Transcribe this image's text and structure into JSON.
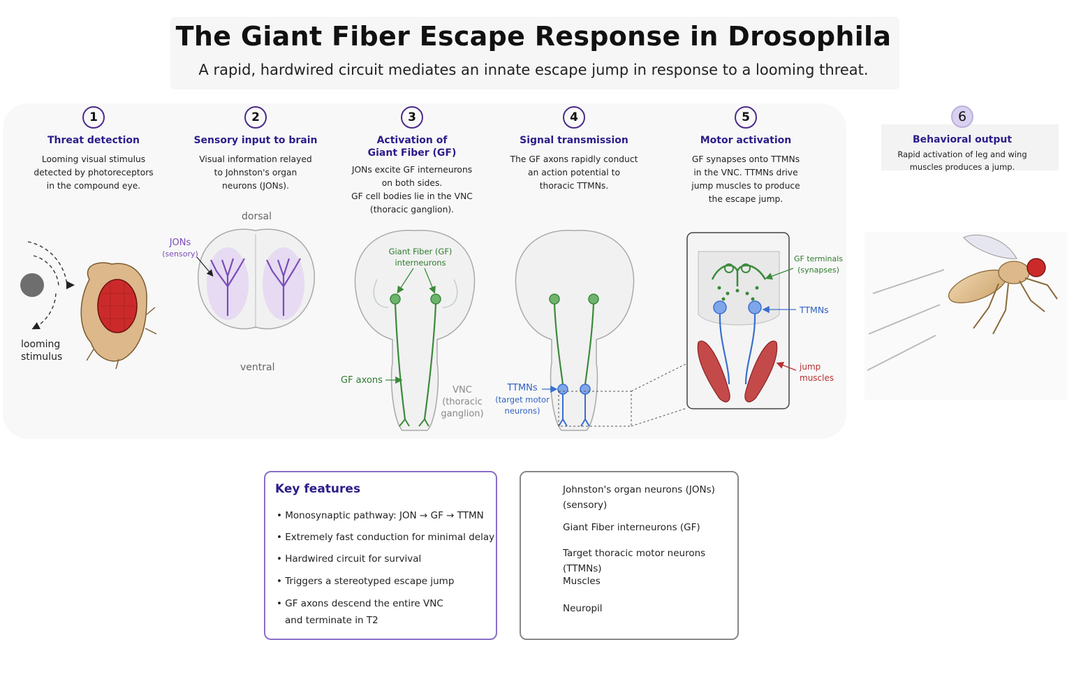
{
  "title": "The Giant Fiber Escape Response in Drosophila",
  "subtitle": "A rapid, hardwired circuit mediates an innate escape jump in response to a looming threat.",
  "steps": [
    {
      "num": "1",
      "title": "Threat detection",
      "desc": [
        "Looming visual stimulus",
        "detected by photoreceptors",
        "in the compound eye."
      ]
    },
    {
      "num": "2",
      "title": "Sensory input to brain",
      "desc": [
        "Visual information relayed",
        "to Johnston's organ",
        "neurons (JONs)."
      ]
    },
    {
      "num": "3",
      "title": [
        "Activation of",
        "Giant Fiber (GF)"
      ],
      "desc": [
        "JONs excite GF interneurons",
        "on both sides.",
        "GF cell bodies lie in the VNC",
        "(thoracic ganglion)."
      ]
    },
    {
      "num": "4",
      "title": "Signal transmission",
      "desc": [
        "The GF axons rapidly conduct",
        "an action potential to",
        "thoracic TTMNs."
      ]
    },
    {
      "num": "5",
      "title": "Motor activation",
      "desc": [
        "GF synapses onto TTMNs",
        "in the VNC. TTMNs drive",
        "jump muscles to produce",
        "the escape jump."
      ]
    },
    {
      "num": "6",
      "title": "Behavioral output",
      "desc": [
        "Rapid activation of leg and wing",
        "muscles produces a jump."
      ]
    }
  ],
  "labels": {
    "looming1": "looming",
    "looming2": "stimulus",
    "dorsal": "dorsal",
    "ventral": "ventral",
    "jons1": "JONs",
    "jons2": "(sensory)",
    "gf1": "Giant Fiber (GF)",
    "gf2": "interneurons",
    "gf_axons": "GF axons",
    "vnc1": "VNC",
    "vnc2": "(thoracic",
    "vnc3": "ganglion)",
    "ttmns1": "TTMNs",
    "ttmns2": "(target motor",
    "ttmns3": "neurons)",
    "gfterm1": "GF terminals",
    "gfterm2": "(synapses)",
    "ttmns_right": "TTMNs",
    "jump1": "jump",
    "jump2": "muscles"
  },
  "key_features": {
    "title": "Key features",
    "items": [
      "• Monosynaptic pathway: JON → GF → TTMN",
      "• Extremely fast conduction for minimal delay",
      "• Hardwired circuit for survival",
      "• Triggers a stereotyped escape jump",
      "• GF axons descend the entire VNC",
      "and terminate in T2"
    ]
  },
  "legend": {
    "items": [
      {
        "label": [
          "Johnston's organ neurons (JONs)",
          "(sensory)"
        ],
        "icon": "neuron-icon",
        "color": "#7b4cb8"
      },
      {
        "label": [
          "Giant Fiber interneurons (GF)"
        ],
        "icon": "neuron-icon",
        "color": "#3a8a3a"
      },
      {
        "label": [
          "Target thoracic motor neurons (TTMNs)"
        ],
        "icon": "neuron-icon",
        "color": "#3a6fd0"
      },
      {
        "label": [
          "Muscles"
        ],
        "icon": "muscle-icon",
        "color": "#b83030"
      },
      {
        "label": [
          "Neuropil"
        ],
        "icon": "neuropil-swatch",
        "color": "#eeeeee"
      }
    ]
  },
  "colors": {
    "accent": "#2b1d8a",
    "jon": "#7b4cb8",
    "gf": "#3a8a3a",
    "ttmn": "#3a6fd0",
    "muscle": "#b83030"
  }
}
